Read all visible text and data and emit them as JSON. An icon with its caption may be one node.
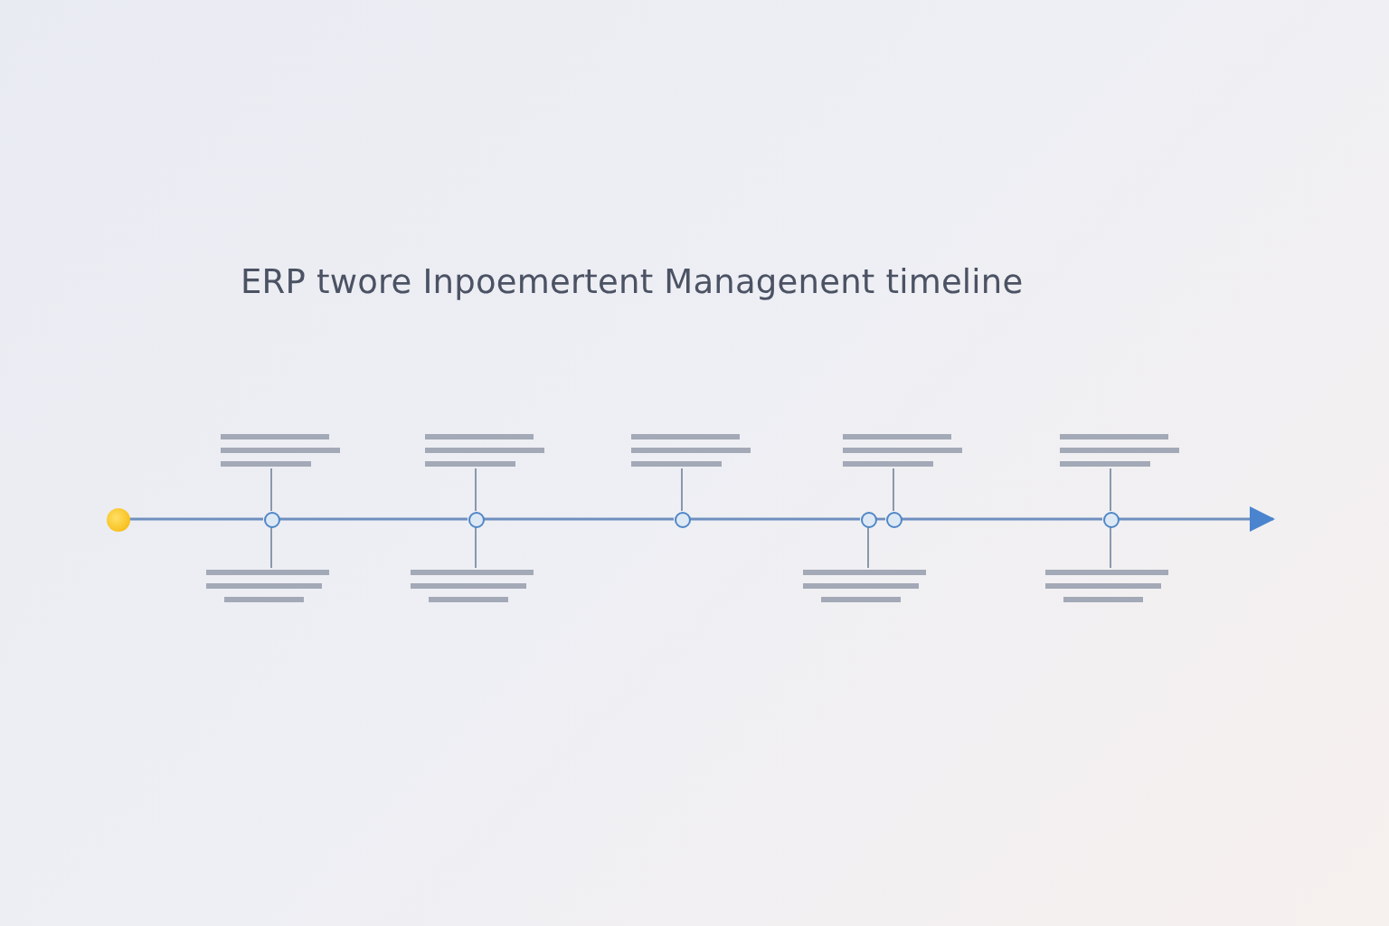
{
  "diagram": {
    "title": "ERP twore Inpoemertent Managenent timeline",
    "nodes": [
      {
        "text": [],
        "shape": "circle"
      },
      {
        "text": [],
        "shape": "circle"
      },
      {
        "text": [],
        "shape": "circle"
      },
      {
        "text": [],
        "shape": "circle"
      },
      {
        "text": [],
        "shape": "circle"
      },
      {
        "text": [],
        "shape": "circle"
      },
      {
        "text": [],
        "shape": "circle"
      },
      {
        "text": [],
        "shape": "picture"
      },
      {
        "text": [],
        "shape": "picture"
      },
      {
        "text": [],
        "shape": "picture"
      },
      {
        "text": [],
        "shape": "picture"
      },
      {
        "text": [],
        "shape": "picture"
      },
      {
        "text": [],
        "shape": "picture"
      },
      {
        "text": [],
        "shape": "picture"
      },
      {
        "text": [],
        "shape": "picture"
      },
      {
        "text": [],
        "shape": "picture"
      }
    ],
    "edges": [
      {
        "from": 0,
        "to": 1,
        "arrow": "none"
      },
      {
        "from": 1,
        "to": 2,
        "arrow": "none"
      },
      {
        "from": 2,
        "to": 3,
        "arrow": "none"
      },
      {
        "from": 3,
        "to": 4,
        "arrow": "none"
      },
      {
        "from": 4,
        "to": 5,
        "arrow": "none"
      },
      {
        "from": 5,
        "to": 6,
        "arrow": "none"
      },
      {
        "from": 6,
        "to": null,
        "arrow": "to"
      },
      {
        "from": 1,
        "to": 7,
        "arrow": "none"
      },
      {
        "from": 2,
        "to": 8,
        "arrow": "none"
      },
      {
        "from": 3,
        "to": 9,
        "arrow": "none"
      },
      {
        "from": 5,
        "to": 10,
        "arrow": "none"
      },
      {
        "from": 6,
        "to": 11,
        "arrow": "none"
      },
      {
        "from": 1,
        "to": 12,
        "arrow": "none"
      },
      {
        "from": 2,
        "to": 13,
        "arrow": "none"
      },
      {
        "from": 4,
        "to": 14,
        "arrow": "none"
      },
      {
        "from": 6,
        "to": 15,
        "arrow": "none"
      }
    ]
  }
}
